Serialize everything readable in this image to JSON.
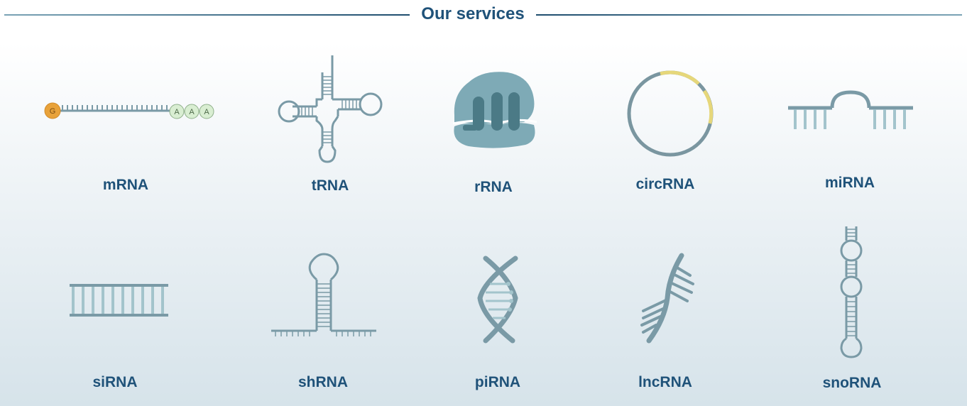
{
  "header": {
    "title": "Our services"
  },
  "services": [
    {
      "label": "mRNA",
      "icon": "mrna-icon"
    },
    {
      "label": "tRNA",
      "icon": "trna-icon"
    },
    {
      "label": "rRNA",
      "icon": "rrna-icon"
    },
    {
      "label": "circRNA",
      "icon": "circrna-icon"
    },
    {
      "label": "miRNA",
      "icon": "mirna-icon"
    },
    {
      "label": "siRNA",
      "icon": "sirna-icon"
    },
    {
      "label": "shRNA",
      "icon": "shrna-icon"
    },
    {
      "label": "piRNA",
      "icon": "pirna-icon"
    },
    {
      "label": "lncRNA",
      "icon": "lncrna-icon"
    },
    {
      "label": "snoRNA",
      "icon": "snorna-icon"
    }
  ],
  "mrna_icon": {
    "cap_letter": "G",
    "tail_letters": [
      "A",
      "A",
      "A"
    ]
  },
  "colors": {
    "title": "#1f5279",
    "icon_stroke": "#7a9aa6",
    "icon_fill": "#6e9eaa",
    "cap": "#e8a23a",
    "poly_a": "#d9eed2",
    "circ_highlight": "#e6d77a"
  }
}
